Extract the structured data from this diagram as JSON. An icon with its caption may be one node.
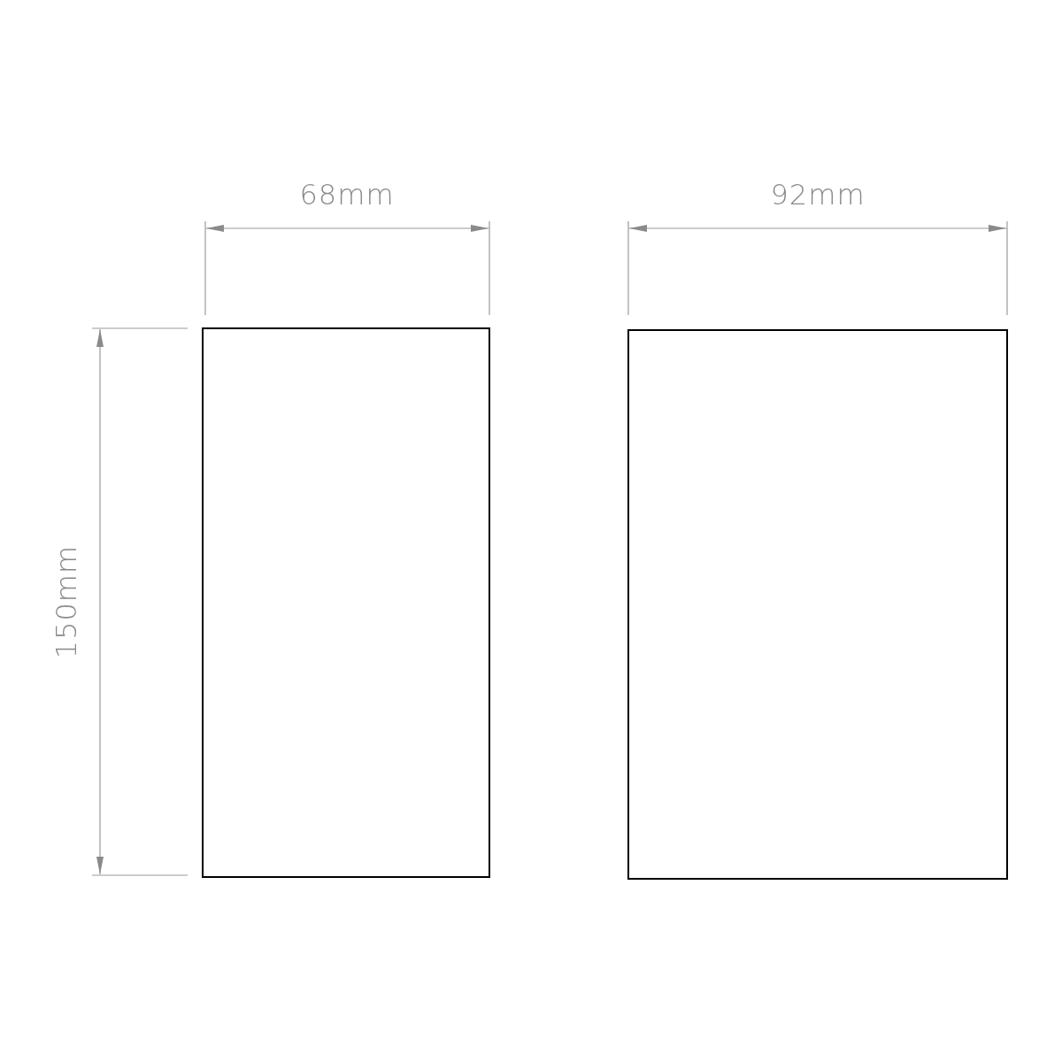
{
  "diagram": {
    "nodes": [
      {
        "text": [],
        "shape": "box"
      },
      {
        "text": [],
        "shape": "box"
      }
    ],
    "labels": [
      "68mm",
      "92mm",
      "150mm"
    ]
  }
}
